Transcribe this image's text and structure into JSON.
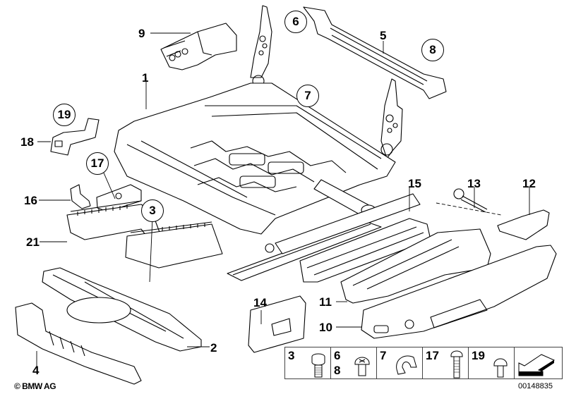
{
  "diagram": {
    "title": "Seat frame exploded parts diagram",
    "copyright": "© BMW AG",
    "diagram_number": "00148835",
    "callouts": [
      {
        "id": "1",
        "part": "seat-frame",
        "circled": false
      },
      {
        "id": "2",
        "part": "seat-pan-shell",
        "circled": false
      },
      {
        "id": "3",
        "part": "screw-torx",
        "circled": true
      },
      {
        "id": "4",
        "part": "front-trim-cover",
        "circled": false
      },
      {
        "id": "5",
        "part": "cross-tube",
        "circled": false
      },
      {
        "id": "6",
        "part": "screw-phillips",
        "circled": true
      },
      {
        "id": "7",
        "part": "clip",
        "circled": true
      },
      {
        "id": "8",
        "part": "screw-phillips",
        "circled": true
      },
      {
        "id": "9",
        "part": "bracket-with-connectors",
        "circled": false
      },
      {
        "id": "10",
        "part": "side-trim-outer",
        "circled": false
      },
      {
        "id": "11",
        "part": "side-trim-inner",
        "circled": false
      },
      {
        "id": "12",
        "part": "end-cap",
        "circled": false
      },
      {
        "id": "13",
        "part": "bolt",
        "circled": false
      },
      {
        "id": "14",
        "part": "small-cover",
        "circled": false
      },
      {
        "id": "15",
        "part": "rail-cover",
        "circled": false
      },
      {
        "id": "16",
        "part": "clip-bracket",
        "circled": false
      },
      {
        "id": "17",
        "part": "screw-oval-head",
        "circled": true
      },
      {
        "id": "18",
        "part": "connector-bracket",
        "circled": false
      },
      {
        "id": "19",
        "part": "screw-pan-torx",
        "circled": true
      },
      {
        "id": "21",
        "part": "seat-heating-mat",
        "circled": false
      }
    ],
    "legend": [
      {
        "numbers": [
          "3"
        ],
        "icon": "torx-cap-screw-icon"
      },
      {
        "numbers": [
          "6",
          "8"
        ],
        "icon": "phillips-screw-icon"
      },
      {
        "numbers": [
          "7"
        ],
        "icon": "clip-icon"
      },
      {
        "numbers": [
          "17"
        ],
        "icon": "long-torx-screw-icon"
      },
      {
        "numbers": [
          "19"
        ],
        "icon": "short-torx-screw-icon"
      },
      {
        "numbers": [],
        "icon": "direction-arrow-icon"
      }
    ]
  }
}
